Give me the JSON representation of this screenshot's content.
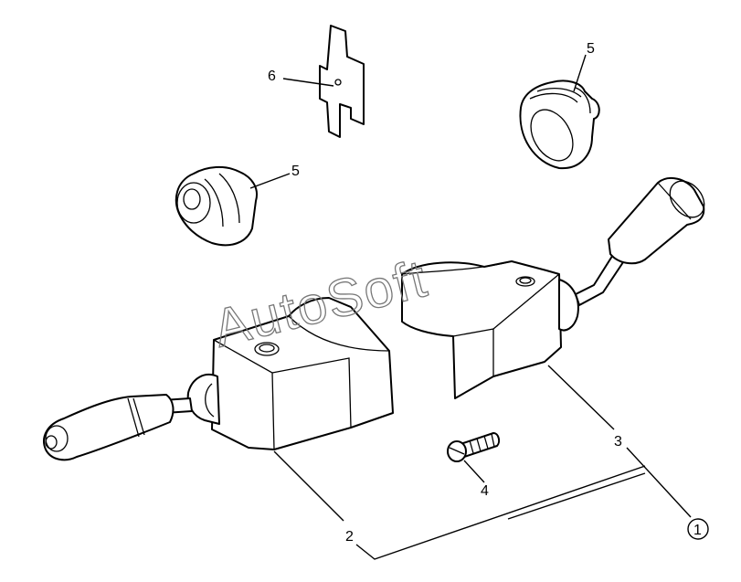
{
  "callouts": {
    "c1": "1",
    "c2": "2",
    "c3": "3",
    "c4": "4",
    "c5a": "5",
    "c5b": "5",
    "c6": "6"
  },
  "watermark": "AutoSoft"
}
